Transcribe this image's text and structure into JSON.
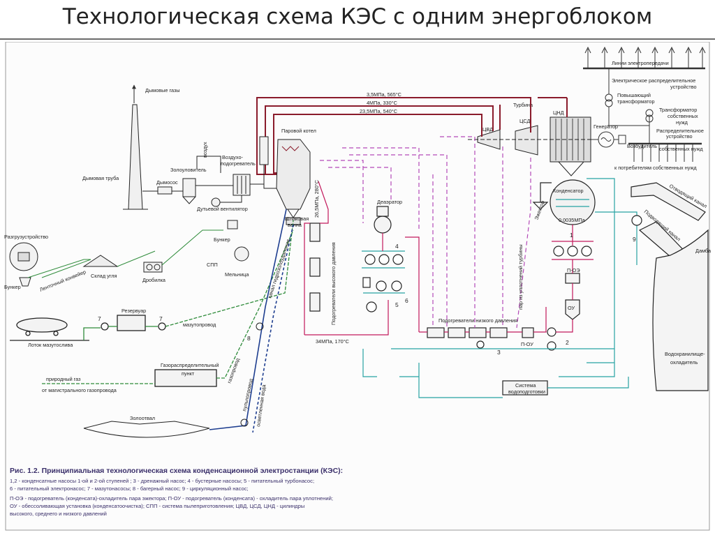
{
  "title": "Технологическая схема КЭС с одним энергоблоком",
  "colors": {
    "steam": "#8a1b2b",
    "feedwater": "#c2185b",
    "extraction": "#b44ab8",
    "cooling": "#27a3a3",
    "fuel_oil": "#2e8b3a",
    "ash": "#1d3d8f",
    "equipment": "#222222"
  },
  "labels": {
    "power_lines": "Линии электропередачи",
    "switchyard_1": "Электрическое распределительное",
    "switchyard_2": "устройство",
    "step_up_1": "Повышающий",
    "step_up_2": "трансформатор",
    "aux_tr_1": "Трансформатор",
    "aux_tr_2": "собственных",
    "aux_tr_3": "нужд",
    "aux_sw_1": "Распределительное",
    "aux_sw_2": "устройство",
    "aux_sw_3": "собственных нужд",
    "aux_consumers": "к потребителям собственных нужд",
    "generator": "Генератор",
    "exciter": "Возбудитель",
    "turbine": "Турбина",
    "cvd": "ЦВД",
    "csd": "ЦСД",
    "cnd": "ЦНД",
    "steam_p1": "3,5МПа, 565°С",
    "steam_p2": "4МПа, 330°С",
    "steam_p3": "23,5МПа, 540°С",
    "boiler": "Паровой котел",
    "flue_gases": "Дымовые газы",
    "chimney": "Дымовая труба",
    "air": "воздух",
    "air_heater_1": "Воздухо-",
    "air_heater_2": "подогреватель",
    "ash_collector": "Золоуловитель",
    "smoke_exhauster": "Дымосос",
    "fan": "Дутьевой вентилятор",
    "bunker": "Бункер",
    "mill": "Мельница",
    "spp": "СПП",
    "slag_bath_1": "Шлаковая",
    "slag_bath_2": "ванна",
    "boiler_inlet": "26,5МПа, 280°С",
    "unloading": "Разгрузустройство",
    "bunker_left": "Бункер",
    "belt_conveyor": "Ленточный конвейер",
    "coal_yard": "Склад угля",
    "crusher": "Дробилка",
    "reservoir": "Резервуар",
    "fuel_oil_pipe": "мазутопровод",
    "oil_drain": "Лоток мазутослива",
    "gas_station_1": "Газораспределительный",
    "gas_station_2": "пункт",
    "natural_gas": "природный газ",
    "main_gas": "от магистрального газопровода",
    "gas_pipe": "газопровод",
    "ash_dump": "Золоотвал",
    "pulp_pipe": "пульпопровод",
    "clarified_water": "осветленная вода",
    "hydro_ash": "канал гидрозолоудаления",
    "deaerator": "Деаэратор",
    "hp_heaters": "Подогреватели высокого давления",
    "lp_heaters": "Подогреватели низкого давления",
    "feed_out": "34МПа, 170°С",
    "seal_steam": "пар из уплотнений турбины",
    "ejector": "Эжектор",
    "condenser": "Конденсатор",
    "cond_pressure": "0,0035МПа",
    "p_oe": "П-ОЭ",
    "ou": "ОУ",
    "p_ou": "П-ОУ",
    "water_treatment_1": "Система",
    "water_treatment_2": "водоподготовки",
    "outlet_channel": "Отводящий канал",
    "inlet_channel": "Подводящий канал",
    "dam": "Дамба",
    "reservoir_cooler_1": "Водохранилище-",
    "reservoir_cooler_2": "охладитель",
    "n1": "1",
    "n2": "2",
    "n3": "3",
    "n4": "4",
    "n5": "5",
    "n6": "6",
    "n7a": "7",
    "n7b": "7",
    "n8": "8",
    "n9": "9"
  },
  "caption": {
    "title": "Рис. 1.2.  Принципиальная технологическая схема конденсационной электростанции (КЭС):",
    "lines": [
      "1,2 - конденсатные насосы 1-ой и 2-ой ступеней ;  3 - дренажный насос;  4 - бустерные насосы; 5 - питательный турбонасос;",
      "6 - питательный электронасос;  7 - мазутонасосы;  8 - багерный насос;  9 - циркуляционный насос;",
      "П-ОЭ - подогреватель (конденсата)-охладитель пара эжектора;  П-ОУ - подогреватель (конденсата) - охладитель пара уплотнений;",
      "ОУ -  обессоливающая установка (конденсатоочистка);  СПП - система пылеприготовления; ЦВД, ЦСД, ЦНД - цилиндры",
      "высокого, среднего и низкого давлений"
    ]
  }
}
